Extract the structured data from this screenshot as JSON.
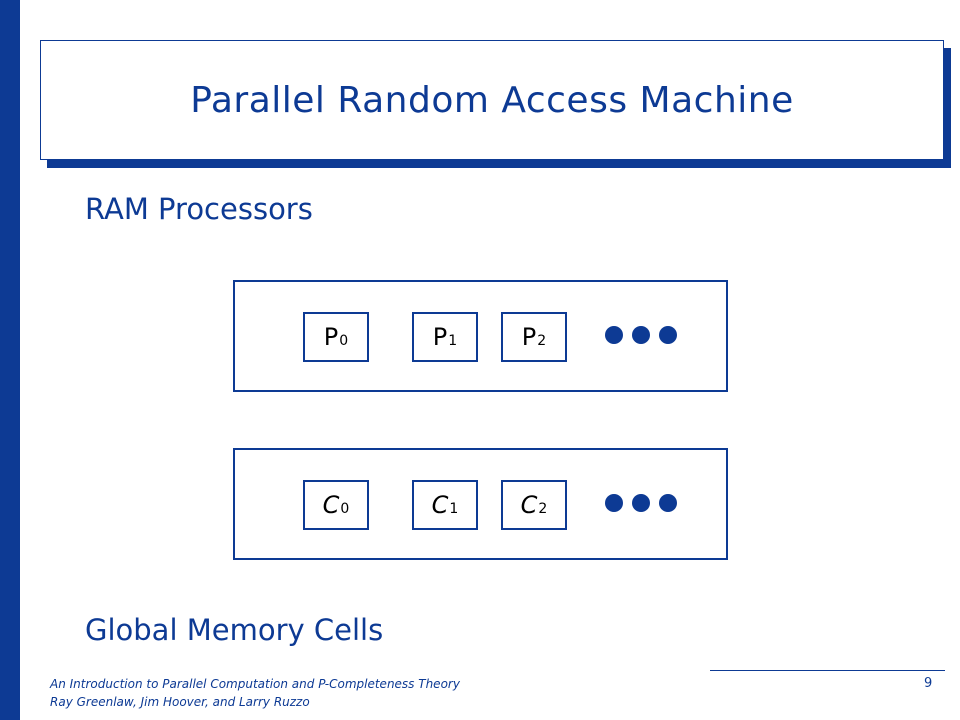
{
  "slide": {
    "title": "Parallel Random Access Machine",
    "heading_top": "RAM Processors",
    "heading_bottom": "Global Memory Cells",
    "processors": [
      {
        "label": "P",
        "sub": "0"
      },
      {
        "label": "P",
        "sub": "1"
      },
      {
        "label": "P",
        "sub": "2"
      }
    ],
    "cells": [
      {
        "label": "C",
        "sub": "0"
      },
      {
        "label": "C",
        "sub": "1"
      },
      {
        "label": "C",
        "sub": "2"
      }
    ]
  },
  "footer": {
    "line1": "An Introduction to Parallel Computation and P-Completeness Theory",
    "line2": "Ray Greenlaw, Jim Hoover, and Larry Ruzzo",
    "page_number": "9"
  },
  "colors": {
    "accent": "#0d3a94",
    "background": "#ffffff"
  }
}
